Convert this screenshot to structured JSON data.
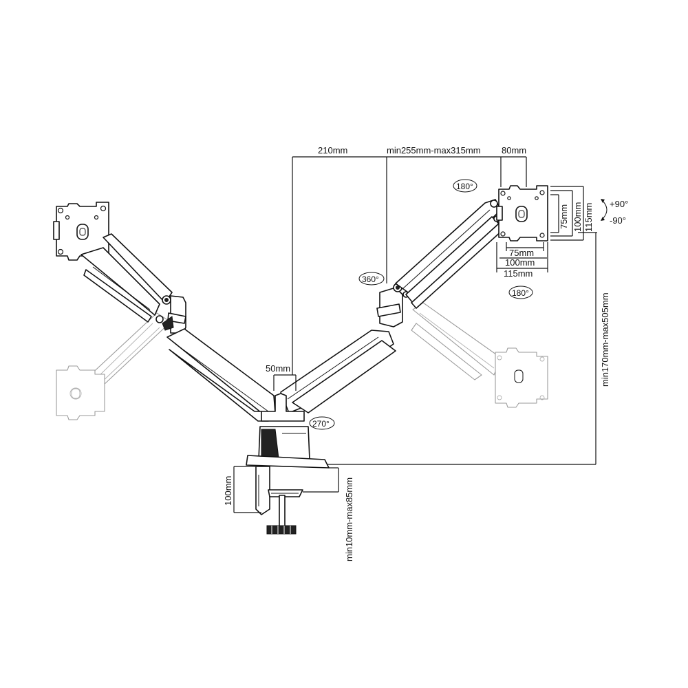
{
  "dimensions": {
    "arm_offset": "210mm",
    "arm_reach": "min255mm-max315mm",
    "plate_offset": "80mm",
    "pole_width": "50mm",
    "height_range": "min170mm-max505mm",
    "clamp_height": "100mm",
    "desk_thickness": "min10mm-max85mm"
  },
  "vesa": {
    "h75": "75mm",
    "h100": "100mm",
    "h115": "115mm",
    "v75": "75mm",
    "v100": "100mm",
    "v115": "115mm"
  },
  "rotations": {
    "swivel_top": "180°",
    "swivel_bottom": "180°",
    "arm_rotation": "360°",
    "base_rotation": "270°",
    "tilt_up": "+90°",
    "tilt_down": "-90°"
  }
}
